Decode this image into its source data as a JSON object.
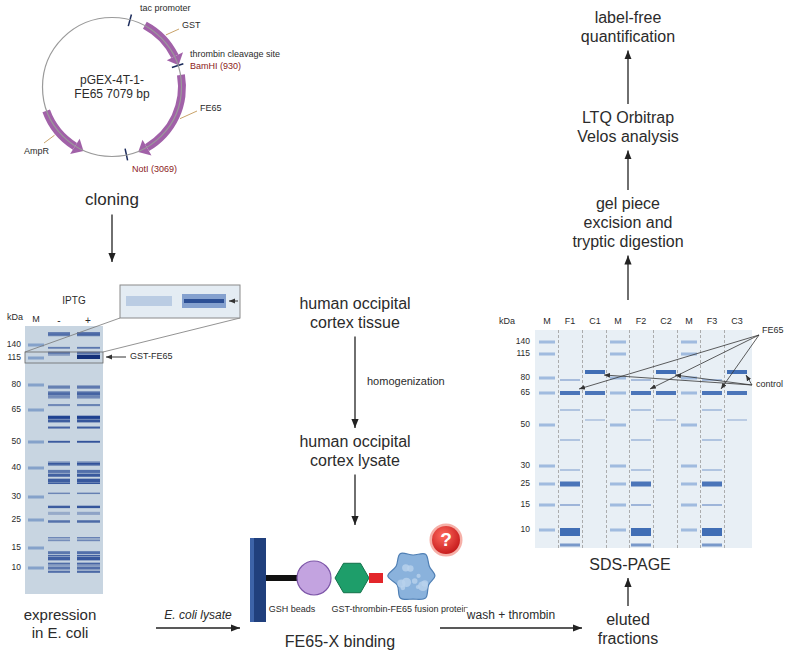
{
  "diagram": {
    "nodes": [
      {
        "text": [
          "pGEX-4T-1-FE65 7079 bp"
        ]
      },
      {
        "text": [
          "cloning"
        ]
      },
      {
        "text": [
          "expression in E. coli"
        ]
      },
      {
        "text": [
          "human occipital cortex tissue"
        ]
      },
      {
        "text": [
          "human occipital cortex lysate"
        ]
      },
      {
        "text": [
          "FE65-X binding"
        ]
      },
      {
        "text": [
          "eluted fractions"
        ]
      },
      {
        "text": [
          "SDS-PAGE"
        ]
      },
      {
        "text": [
          "gel piece excision and tryptic digestion"
        ]
      },
      {
        "text": [
          "LTQ Orbitrap Velos analysis"
        ]
      },
      {
        "text": [
          "label-free quantification"
        ]
      }
    ],
    "edges": [
      {
        "from": 1,
        "to": 2,
        "arrow": "to"
      },
      {
        "from": 2,
        "to": 5,
        "label": "E. coli lysate",
        "arrow": "to"
      },
      {
        "from": 3,
        "to": 4,
        "label": "homogenization",
        "arrow": "to"
      },
      {
        "from": 4,
        "to": 5,
        "arrow": "to"
      },
      {
        "from": 5,
        "to": 6,
        "label": "wash + thrombin",
        "arrow": "to"
      },
      {
        "from": 6,
        "to": 7,
        "arrow": "to"
      },
      {
        "from": 7,
        "to": 8,
        "arrow": "to"
      },
      {
        "from": 8,
        "to": 9,
        "arrow": "to"
      },
      {
        "from": 9,
        "to": 10,
        "arrow": "to"
      }
    ],
    "labels": [
      "tac promoter",
      "GST",
      "thrombin cleavage site",
      "BamHI (930)",
      "FE65",
      "NotI (3069)",
      "AmpR",
      "kDa",
      "M",
      "IPTG",
      "-",
      "+",
      "140",
      "115",
      "80",
      "65",
      "50",
      "40",
      "30",
      "25",
      "15",
      "10",
      "GST-FE65",
      "?",
      "GSH beads",
      "GST-thrombin-FE65 fusion protein",
      "kDa",
      "140",
      "115",
      "80",
      "65",
      "50",
      "30",
      "25",
      "15",
      "10",
      "M",
      "F1",
      "C1",
      "M",
      "F2",
      "C2",
      "M",
      "F3",
      "C3",
      "FE65",
      "control"
    ]
  }
}
